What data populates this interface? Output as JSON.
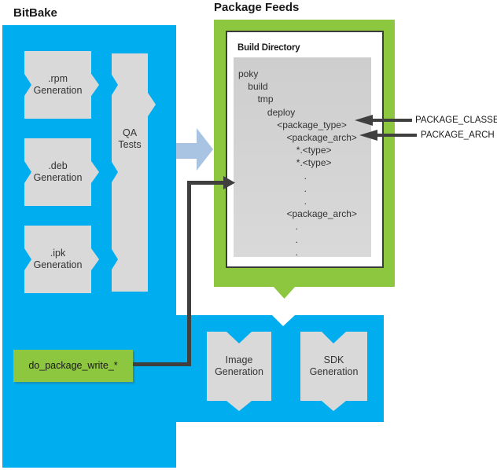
{
  "titles": {
    "bitbake": "BitBake",
    "package_feeds": "Package Feeds"
  },
  "bitbake": {
    "generators": [
      {
        "line1": ".rpm",
        "line2": "Generation"
      },
      {
        "line1": ".deb",
        "line2": "Generation"
      },
      {
        "line1": ".ipk",
        "line2": "Generation"
      }
    ],
    "qa_tests": {
      "line1": "QA",
      "line2": "Tests"
    },
    "task_label": "do_package_write_*"
  },
  "package_feeds": {
    "build_directory_label": "Build Directory",
    "tree": [
      {
        "text": "poky",
        "indent": 0
      },
      {
        "text": "build",
        "indent": 1
      },
      {
        "text": "tmp",
        "indent": 2
      },
      {
        "text": "deploy",
        "indent": 3
      },
      {
        "text": "<package_type>",
        "indent": 4
      },
      {
        "text": "<package_arch>",
        "indent": 5
      },
      {
        "text": "*.<type>",
        "indent": 6
      },
      {
        "text": "*.<type>",
        "indent": 6
      },
      {
        "text": ".",
        "indent": 6.8
      },
      {
        "text": ".",
        "indent": 6.8
      },
      {
        "text": ".",
        "indent": 6.8
      },
      {
        "text": "<package_arch>",
        "indent": 5
      },
      {
        "text": ".",
        "indent": 5.9
      },
      {
        "text": ".",
        "indent": 5.9
      },
      {
        "text": ".",
        "indent": 5.9
      }
    ]
  },
  "annotations": {
    "package_classes": "PACKAGE_CLASSES",
    "package_arch": "PACKAGE_ARCH"
  },
  "outputs": {
    "image": {
      "line1": "Image",
      "line2": "Generation"
    },
    "sdk": {
      "line1": "SDK",
      "line2": "Generation"
    }
  },
  "colors": {
    "blue": "#00AEEF",
    "green": "#8DC63F",
    "box_gray": "#D9D9D9",
    "dark": "#3F3F3F",
    "arrow_blue": "#A9C4E3"
  }
}
